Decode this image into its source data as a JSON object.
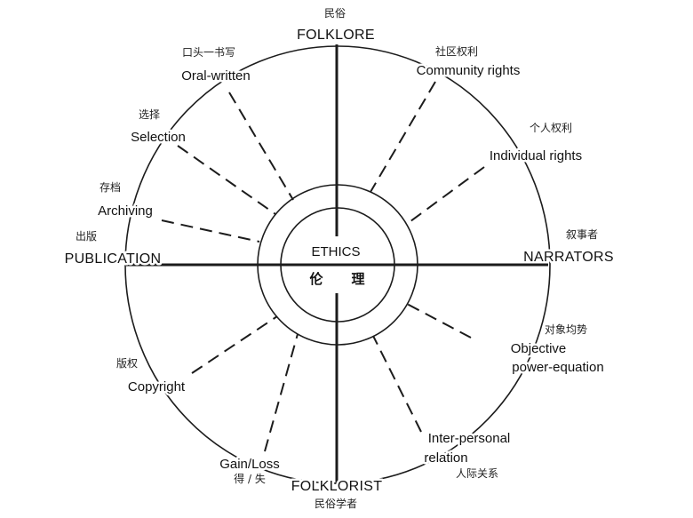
{
  "diagram": {
    "center": {
      "en": "ETHICS",
      "zh_1": "伦",
      "zh_2": "理"
    },
    "axes": {
      "top": {
        "en": "FOLKLORE",
        "zh": "民俗"
      },
      "bottom": {
        "en": "FOLKLORIST",
        "zh": "民俗学者"
      },
      "left": {
        "en": "PUBLICATION",
        "zh": "出版"
      },
      "right": {
        "en": "NARRATORS",
        "zh": "叙事者"
      }
    },
    "spokes": [
      {
        "en": "Oral-written",
        "zh": "口头一书写"
      },
      {
        "en": "Community rights",
        "zh": "社区权利"
      },
      {
        "en": "Selection",
        "zh": "选择"
      },
      {
        "en": "Individual rights",
        "zh": "个人权利"
      },
      {
        "en": "Archiving",
        "zh": "存档"
      },
      {
        "en_1": "Objective",
        "en_2": "power-equation",
        "zh": "对象均势"
      },
      {
        "en": "Copyright",
        "zh": "版权"
      },
      {
        "en_1": "Inter-personal",
        "en_2": "relation",
        "zh": "人际关系"
      },
      {
        "en": "Gain/Loss",
        "zh": "得 / 失"
      }
    ]
  }
}
